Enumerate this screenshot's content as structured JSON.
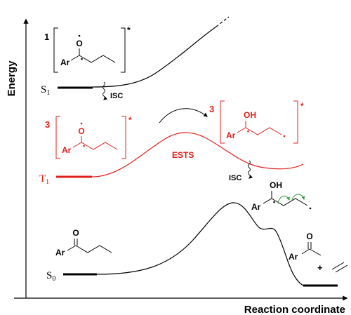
{
  "axes": {
    "y_label": "Energy",
    "x_label": "Reaction coordinate"
  },
  "states": {
    "s1": {
      "main": "S",
      "sub": "1"
    },
    "t1": {
      "main": "T",
      "sub": "1"
    },
    "s0": {
      "main": "S",
      "sub": "0"
    }
  },
  "annotations": {
    "isc_upper": "ISC",
    "isc_lower": "ISC",
    "ests": "ESTS"
  },
  "structures": {
    "singlet": {
      "multiplicity": "1",
      "star": "*",
      "ar": "Ar",
      "atom": "O"
    },
    "triplet": {
      "multiplicity": "3",
      "star": "*",
      "ar": "Ar",
      "atom": "O"
    },
    "biradical_ests": {
      "multiplicity": "3",
      "star": "*",
      "ar": "Ar",
      "atom": "OH"
    },
    "biradical_ground": {
      "ar": "Ar",
      "atom": "OH"
    },
    "ketone": {
      "ar": "Ar",
      "atom": "O"
    },
    "product": {
      "ar": "Ar",
      "atom": "O",
      "plus": "+"
    }
  },
  "colors": {
    "singlet": "#000000",
    "triplet": "#e0201c",
    "arrow_green": "#2e9e3a"
  }
}
